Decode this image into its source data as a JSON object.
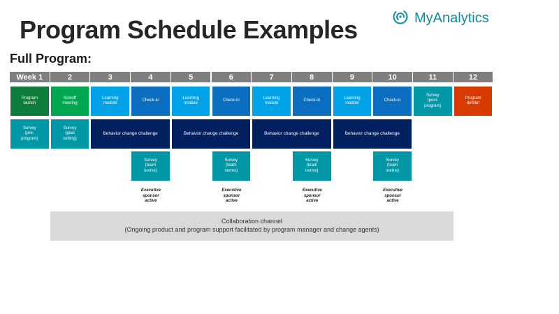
{
  "title": "Program Schedule Examples",
  "subtitle": "Full Program:",
  "brand": {
    "name": "MyAnalytics",
    "icon": "myanalytics-logo-icon",
    "color": "#0a8fa0"
  },
  "weeks": [
    "Week 1",
    "2",
    "3",
    "4",
    "5",
    "6",
    "7",
    "8",
    "9",
    "10",
    "11",
    "12"
  ],
  "colors": {
    "dark_green": "#0e7c3a",
    "green": "#00a651",
    "light_blue": "#00a2e8",
    "mid_blue": "#0b6ec1",
    "navy": "#002060",
    "teal": "#0097a7",
    "orange": "#d83b01",
    "week_header": "#7f7f7f",
    "collab_bg": "#d9d9d9"
  },
  "row1": [
    "Program\nlaunch",
    "Kickoff\nmeeting",
    "Learning\nmodule",
    "Check-in",
    "Learning\nmodule",
    "Check-in",
    "Learning\nmodule",
    "Check-in",
    "Learning\nmodule",
    "Check-in",
    "Survey\n(post-\nprogram)",
    "Program\ndebrief"
  ],
  "row2": {
    "survey_pre": "Survey\n(pre-\nprogram)",
    "survey_goal": "Survey\n(goal\nsetting)",
    "challenges": [
      "Behavior change challenge",
      "Behavior change challenge",
      "Behavior change challenge",
      "Behavior change challenge"
    ]
  },
  "row3": [
    "Survey\n(team\nnorms)",
    "Survey\n(team\nnorms)",
    "Survey\n(team\nnorms)",
    "Survey\n(team\nnorms)"
  ],
  "exec_labels": [
    "Executive\nsponsor\nactive",
    "Executive\nsponsor\nactive",
    "Executive\nsponsor\nactive",
    "Executive\nsponsor\nactive"
  ],
  "collaboration": {
    "line1": "Collaboration channel",
    "line2": "(Ongoing product and program support facilitated by program manager and change agents)"
  }
}
